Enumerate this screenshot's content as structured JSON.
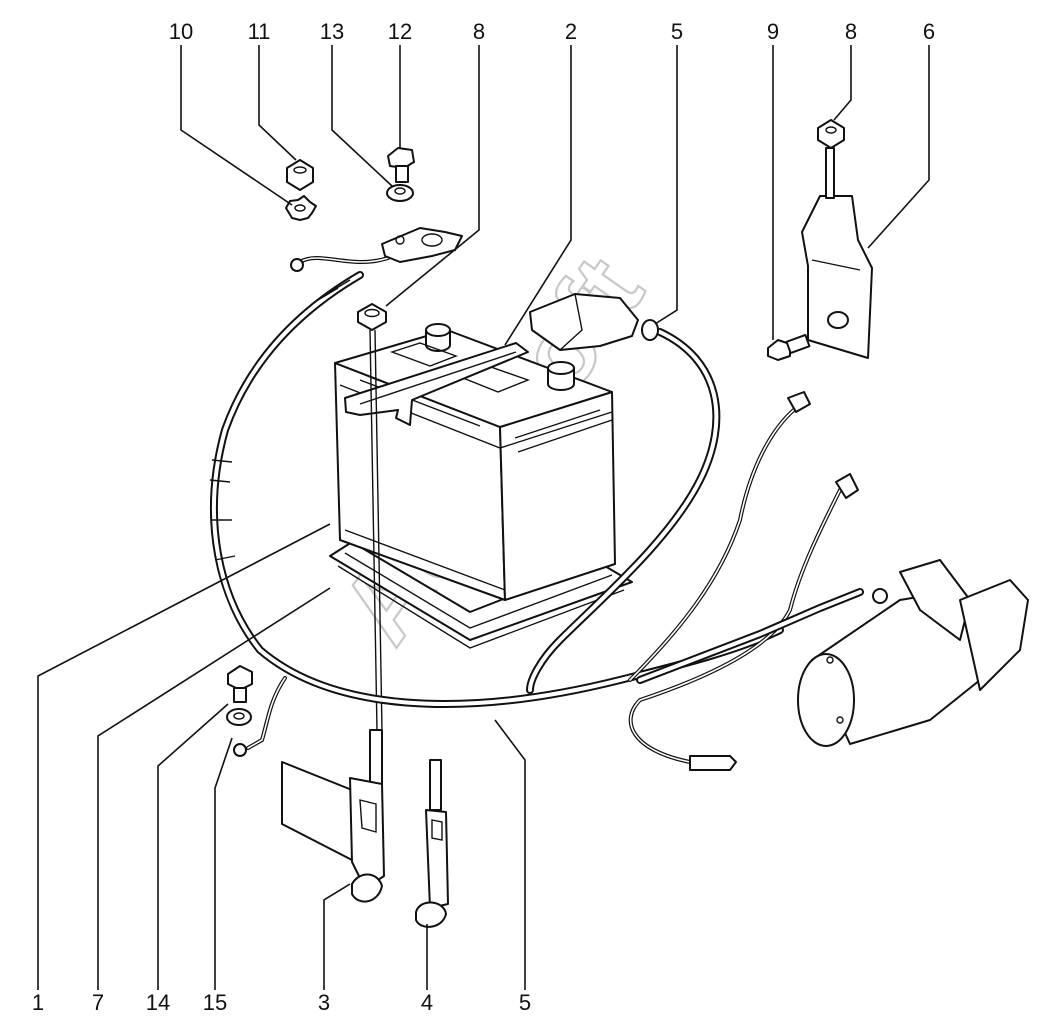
{
  "watermark": "AutoSoft",
  "callouts": {
    "top": [
      "10",
      "11",
      "13",
      "12",
      "8",
      "2",
      "5",
      "9",
      "8",
      "6"
    ],
    "bottom": [
      "1",
      "7",
      "14",
      "15",
      "3",
      "4",
      "5"
    ]
  }
}
